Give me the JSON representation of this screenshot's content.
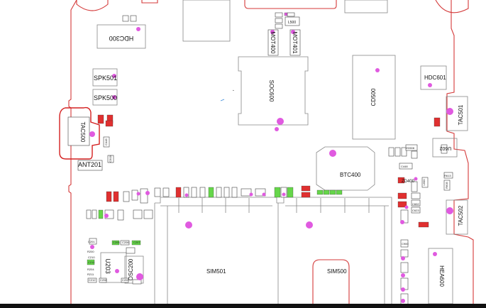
{
  "components": {
    "hdc300": "HDC300",
    "mot400": "MOT400",
    "mot401": "MOT401",
    "l500": "L500",
    "spk501": "SPK501",
    "spk500": "SPK500",
    "soc600": "SOC600",
    "cd500": "CD500",
    "hdc601": "HDC601",
    "tac500": "TAC500",
    "tac501": "TAC501",
    "tac502": "TAC502",
    "u602": "U602",
    "ant201": "ANT201",
    "btc400": "BTC400",
    "zd400": "ZD400",
    "u203": "U203",
    "osc200": "OSC200",
    "sim501": "SIM501",
    "sim500": "SIM500",
    "hea600": "HEA600"
  },
  "small_labels": {
    "c445": "C445",
    "c448": "C448",
    "c201": "C201",
    "c205": "C205",
    "c206": "C206",
    "c207": "C207",
    "c210": "C210",
    "c211": "C211",
    "c212": "C212",
    "r211": "R211",
    "r200": "R200",
    "r204": "R204",
    "c208": "C208",
    "c209": "C209",
    "c900": "C900",
    "l600": "L600",
    "c602": "C602",
    "r613": "R613",
    "r605": "R605",
    "c623": "C623",
    "zd508": "ZD508",
    "c503": "C503"
  },
  "colors": {
    "outline": "#d43a3a",
    "marker": "#e05ae0",
    "pad_green": "#66d64a",
    "pad_red": "#e03030"
  }
}
